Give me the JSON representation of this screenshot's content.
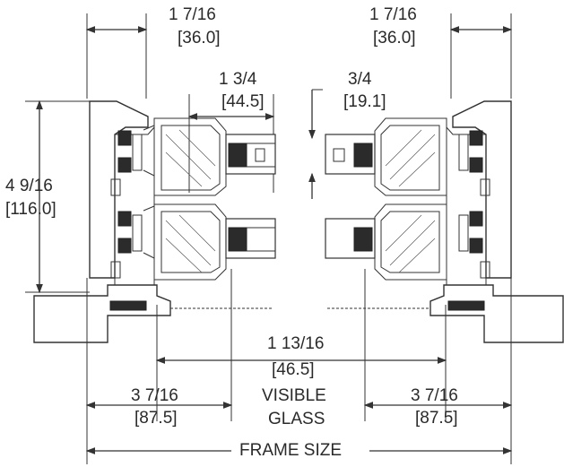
{
  "labels": {
    "frame_left_width": "1 7/16",
    "frame_left_width_mm": "[36.0]",
    "frame_right_width": "1 7/16",
    "frame_right_width_mm": "[36.0]",
    "sash_thickness": "1 3/4",
    "sash_thickness_mm": "[44.5]",
    "glass_thickness": "3/4",
    "glass_thickness_mm": "[19.1]",
    "frame_height": "4 9/16",
    "frame_height_mm": "[116.0]",
    "visible_glass_size": "1 13/16",
    "visible_glass_size_mm": "[46.5]",
    "visible_glass_line1": "VISIBLE",
    "visible_glass_line2": "GLASS",
    "left_deduct": "3 7/16",
    "left_deduct_mm": "[87.5]",
    "right_deduct": "3 7/16",
    "right_deduct_mm": "[87.5]",
    "frame_size": "FRAME SIZE"
  }
}
